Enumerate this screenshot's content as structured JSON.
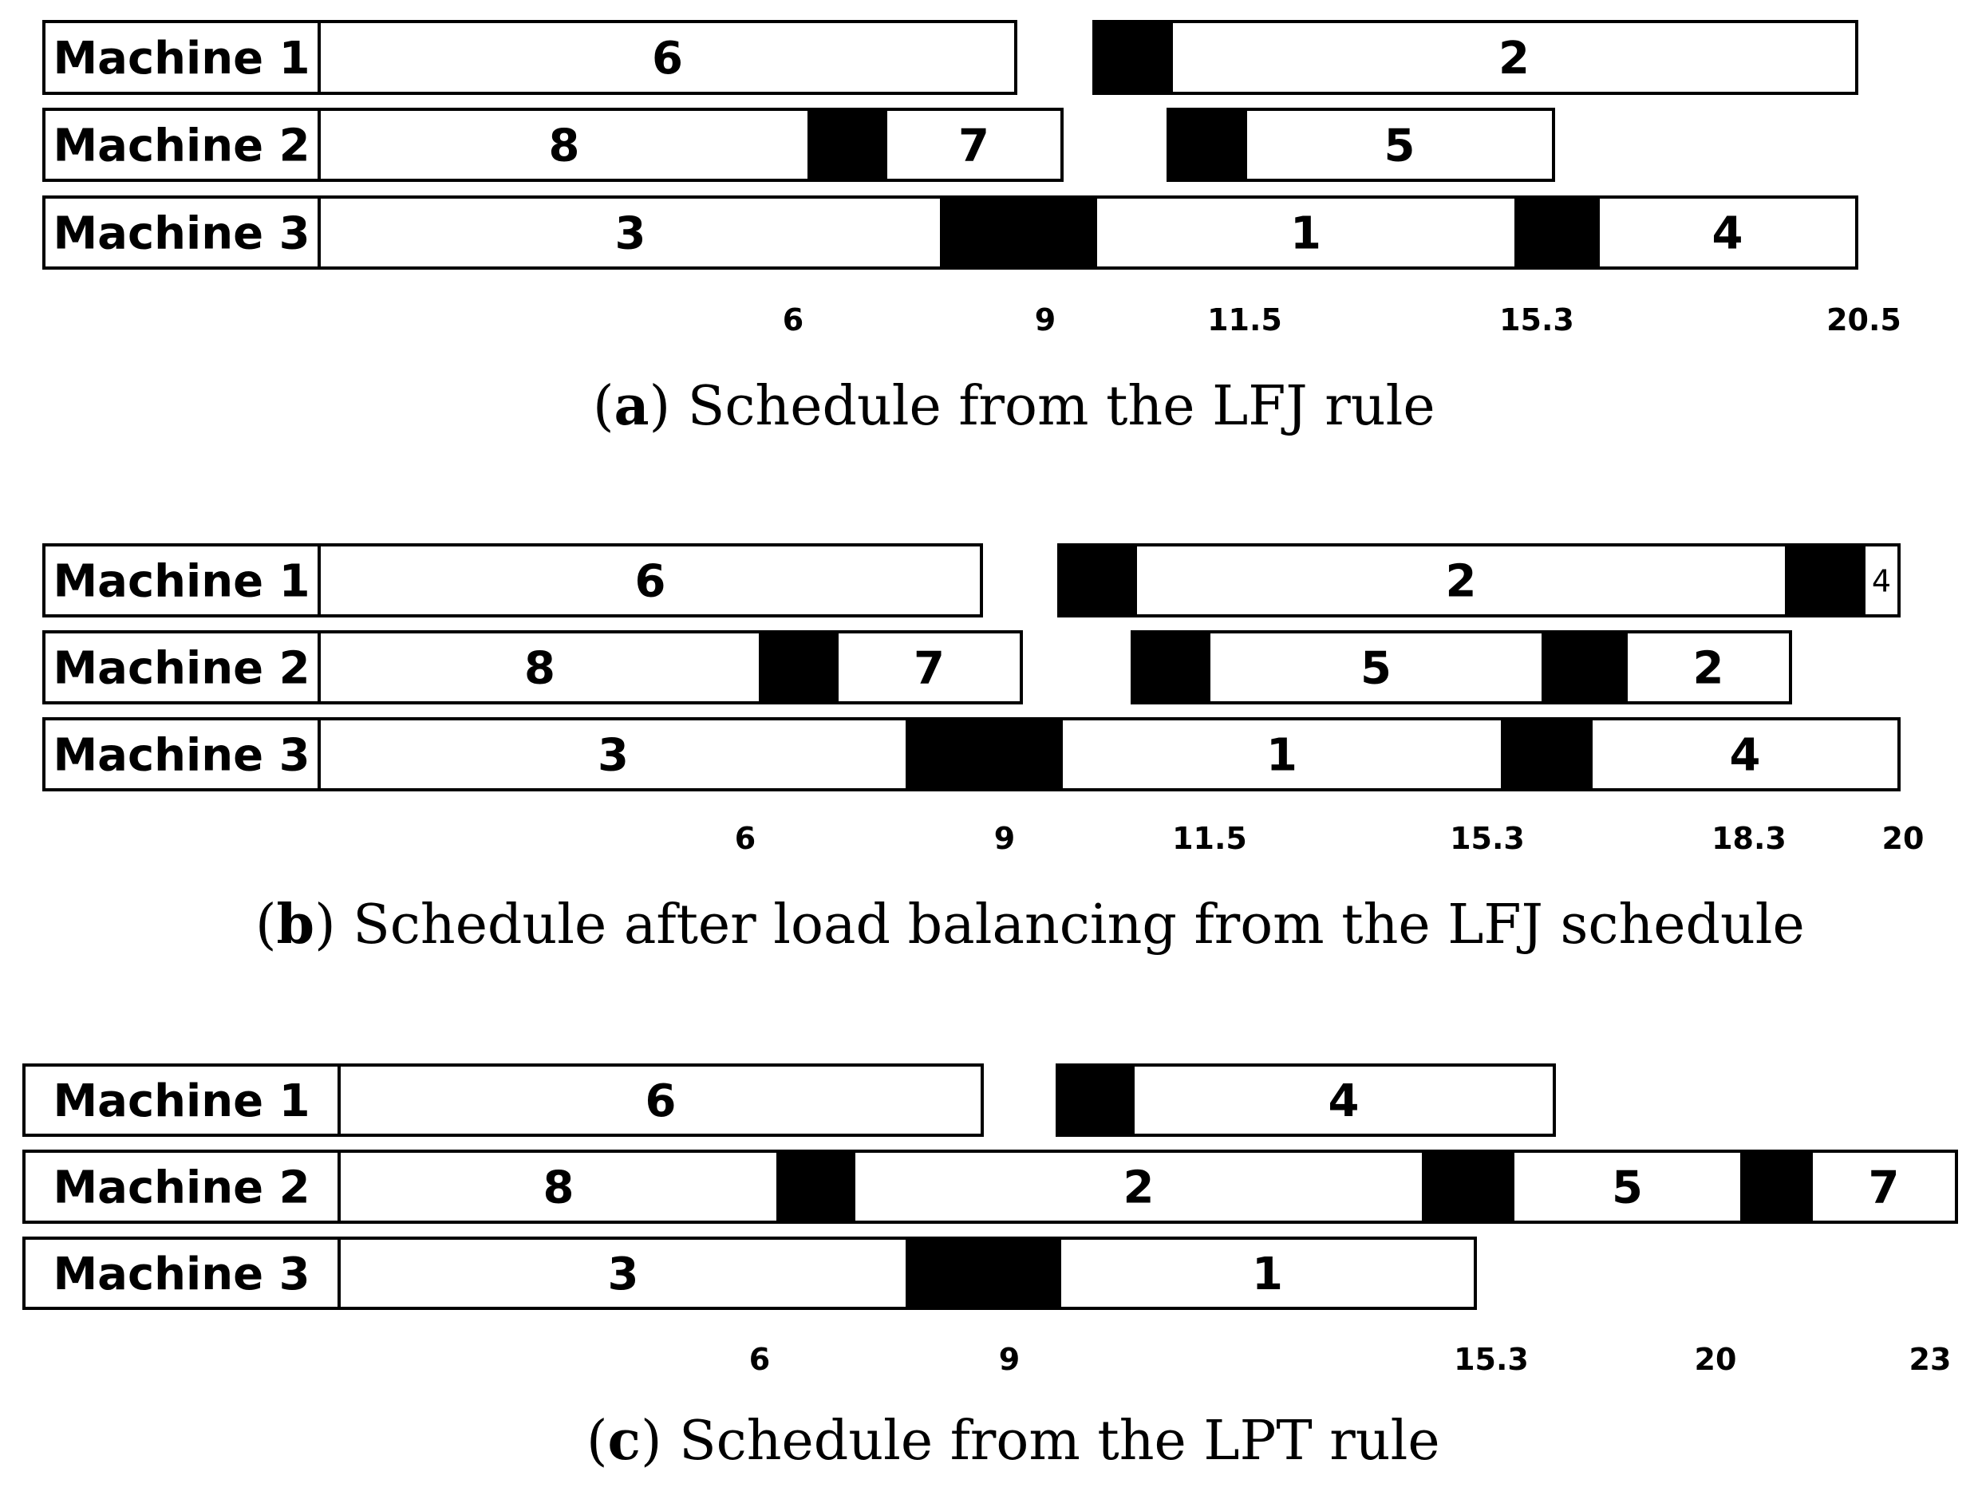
{
  "colors": {
    "job_fill": "#ffffff",
    "idle_fill": "#000000",
    "stroke": "#000000"
  },
  "panels": [
    {
      "id": "a",
      "caption": {
        "letter": "a",
        "text": " Schedule from the LFJ rule"
      },
      "ticks": [
        "6",
        "9",
        "11.5",
        "15.3",
        "20.5"
      ],
      "machines": [
        {
          "label": "Machine 1",
          "segments": [
            {
              "kind": "job",
              "label": "6"
            },
            {
              "kind": "gap"
            },
            {
              "kind": "idle"
            },
            {
              "kind": "job",
              "label": "2"
            }
          ]
        },
        {
          "label": "Machine 2",
          "segments": [
            {
              "kind": "job",
              "label": "8"
            },
            {
              "kind": "idle"
            },
            {
              "kind": "job",
              "label": "7"
            },
            {
              "kind": "gap"
            },
            {
              "kind": "idle"
            },
            {
              "kind": "job",
              "label": "5"
            }
          ]
        },
        {
          "label": "Machine 3",
          "segments": [
            {
              "kind": "job",
              "label": "3"
            },
            {
              "kind": "idle"
            },
            {
              "kind": "job",
              "label": "1"
            },
            {
              "kind": "idle"
            },
            {
              "kind": "job",
              "label": "4"
            }
          ]
        }
      ]
    },
    {
      "id": "b",
      "caption": {
        "letter": "b",
        "text": " Schedule after load balancing from the LFJ schedule"
      },
      "ticks": [
        "6",
        "9",
        "11.5",
        "15.3",
        "18.3",
        "20"
      ],
      "machines": [
        {
          "label": "Machine 1",
          "segments": [
            {
              "kind": "job",
              "label": "6"
            },
            {
              "kind": "gap"
            },
            {
              "kind": "idle"
            },
            {
              "kind": "job",
              "label": "2"
            },
            {
              "kind": "idle"
            },
            {
              "kind": "job",
              "label": "4",
              "small": true
            }
          ]
        },
        {
          "label": "Machine 2",
          "segments": [
            {
              "kind": "job",
              "label": "8"
            },
            {
              "kind": "idle"
            },
            {
              "kind": "job",
              "label": "7"
            },
            {
              "kind": "gap"
            },
            {
              "kind": "idle"
            },
            {
              "kind": "job",
              "label": "5"
            },
            {
              "kind": "idle"
            },
            {
              "kind": "job",
              "label": "2"
            }
          ]
        },
        {
          "label": "Machine 3",
          "segments": [
            {
              "kind": "job",
              "label": "3"
            },
            {
              "kind": "idle"
            },
            {
              "kind": "job",
              "label": "1"
            },
            {
              "kind": "idle"
            },
            {
              "kind": "job",
              "label": "4"
            }
          ]
        }
      ]
    },
    {
      "id": "c",
      "caption": {
        "letter": "c",
        "text": " Schedule from the LPT rule"
      },
      "ticks": [
        "6",
        "9",
        "15.3",
        "20",
        "23"
      ],
      "machines": [
        {
          "label": "Machine 1",
          "segments": [
            {
              "kind": "job",
              "label": "6"
            },
            {
              "kind": "gap"
            },
            {
              "kind": "idle"
            },
            {
              "kind": "job",
              "label": "4"
            }
          ]
        },
        {
          "label": "Machine 2",
          "segments": [
            {
              "kind": "job",
              "label": "8"
            },
            {
              "kind": "idle"
            },
            {
              "kind": "job",
              "label": "2"
            },
            {
              "kind": "idle"
            },
            {
              "kind": "job",
              "label": "5"
            },
            {
              "kind": "idle"
            },
            {
              "kind": "job",
              "label": "7"
            }
          ]
        },
        {
          "label": "Machine 3",
          "segments": [
            {
              "kind": "job",
              "label": "3"
            },
            {
              "kind": "idle"
            },
            {
              "kind": "job",
              "label": "1"
            }
          ]
        }
      ]
    }
  ]
}
